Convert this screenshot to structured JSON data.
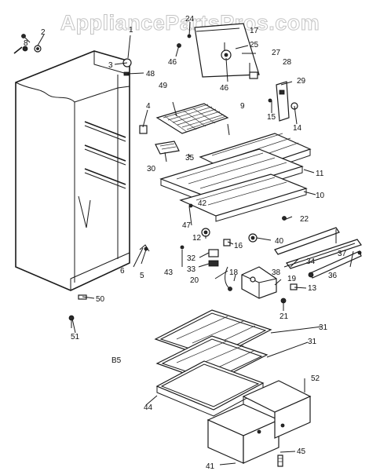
{
  "watermark": "AppliancePartsPros.com",
  "callouts": [
    "1",
    "2",
    "3",
    "4",
    "5",
    "6",
    "8",
    "9",
    "10",
    "11",
    "12",
    "13",
    "14",
    "15",
    "16",
    "17",
    "18",
    "19",
    "20",
    "21",
    "22",
    "24",
    "25",
    "27",
    "28",
    "29",
    "30",
    "31",
    "32",
    "33",
    "34",
    "35",
    "36",
    "37",
    "38",
    "40",
    "41",
    "42",
    "43",
    "44",
    "45",
    "46",
    "47",
    "48",
    "49",
    "50",
    "51",
    "52",
    "B5"
  ]
}
